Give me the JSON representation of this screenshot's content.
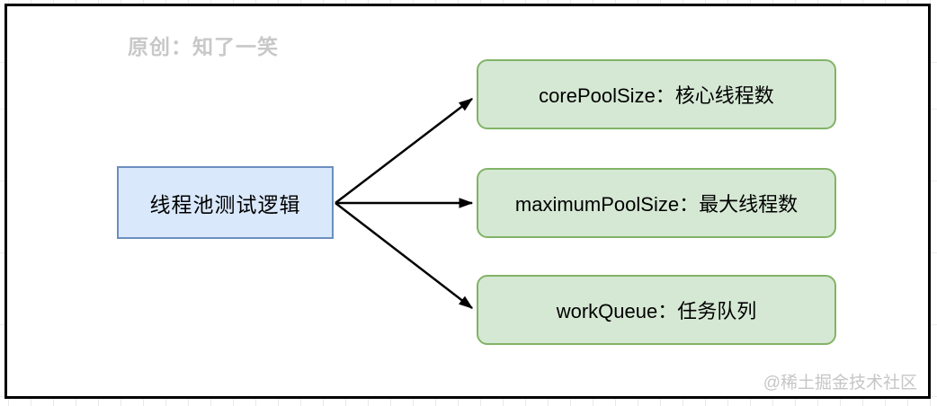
{
  "watermarks": {
    "author": "原创：知了一笑",
    "community": "@稀土掘金技术社区"
  },
  "diagram": {
    "root": {
      "label": "线程池测试逻辑",
      "fill": "#dae8fc",
      "border": "#6c8ebf"
    },
    "children": [
      {
        "label": "corePoolSize：核心线程数"
      },
      {
        "label": "maximumPoolSize：最大线程数"
      },
      {
        "label": "workQueue：任务队列"
      }
    ],
    "child_style": {
      "fill": "#d5e8d4",
      "border": "#82b366"
    },
    "arrow_color": "#000000",
    "frame_color": "#000000"
  }
}
